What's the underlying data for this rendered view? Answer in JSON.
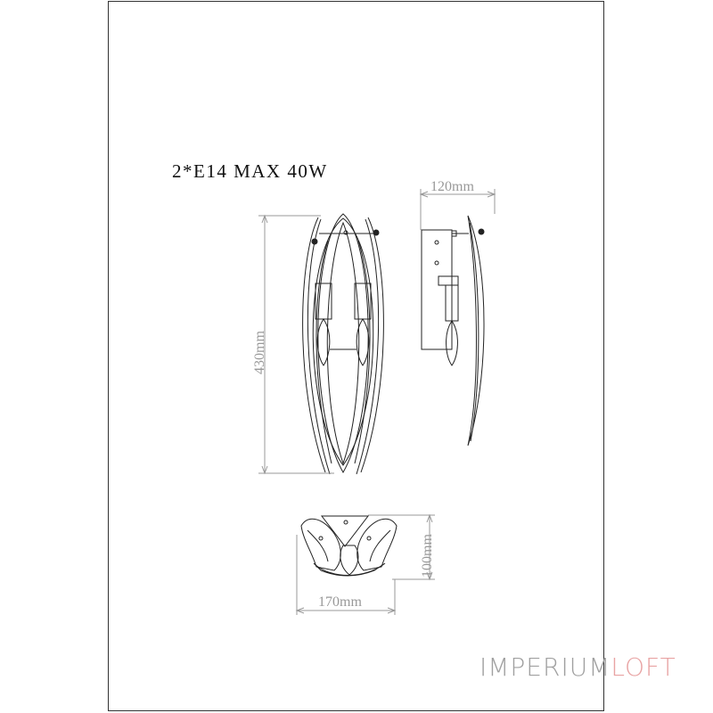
{
  "spec_text": "2*E14 MAX 40W",
  "dimensions": {
    "height": "430mm",
    "depth": "120mm",
    "projection": "100mm",
    "width": "170mm"
  },
  "logo": {
    "part1": "IMPERIUM",
    "part2": "LOFT",
    "color1": "#a0a0a0",
    "color2": "#e8a3a3"
  },
  "colors": {
    "line": "#222222",
    "dimension": "#999999"
  }
}
